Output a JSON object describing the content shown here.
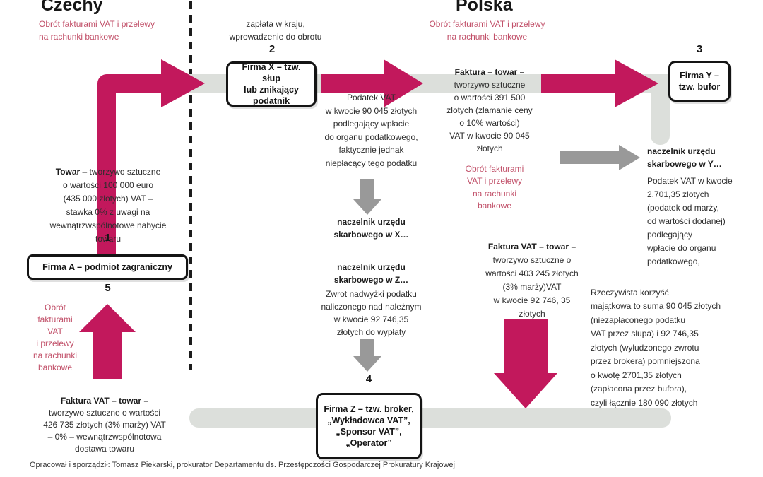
{
  "headings": {
    "left": "Czechy",
    "right": "Polska"
  },
  "numbers": {
    "n1": "1",
    "n2": "2",
    "n3": "3",
    "n4": "4",
    "n5": "5"
  },
  "boxes": {
    "firma_a": "Firma A – podmiot zagraniczny",
    "firma_x": [
      "Firma X – tzw. słup",
      "lub znikający",
      "podatnik"
    ],
    "firma_y": [
      "Firma Y –",
      "tzw. bufor"
    ],
    "firma_z": [
      "Firma Z – tzw. broker,",
      "„Wykładowca VAT”,",
      "„Sponsor VAT”,",
      "„Operator”"
    ]
  },
  "red_notes": {
    "top_left": [
      "Obrót fakturami VAT i przelewy",
      "na rachunki bankowe"
    ],
    "top_right": [
      "Obrót fakturami VAT i przelewy",
      "na rachunki bankowe"
    ],
    "mid_right": [
      "Obrót fakturami",
      "VAT i przelewy",
      "na rachunki",
      "bankowe"
    ],
    "left_vertical": [
      "Obrót",
      "fakturami",
      "VAT",
      "i przelewy",
      "na rachunki",
      "bankowe"
    ]
  },
  "notes": {
    "zaplata": [
      "zapłata w kraju,",
      "wprowadzenie do obrotu"
    ],
    "podatek_90045": [
      "Podatek VAT",
      "w kwocie 90 045 złotych",
      "podlegający wpłacie",
      "do organu podatkowego,",
      "faktycznie jednak",
      "niepłacący tego podatku"
    ],
    "naczelnik_x": [
      "naczelnik urzędu",
      "skarbowego w X…"
    ],
    "naczelnik_z": [
      "naczelnik urzędu",
      "skarbowego w Z…"
    ],
    "zwrot": [
      "Zwrot nadwyżki podatku",
      "naliczonego nad należnym",
      "w kwocie 92 746,35",
      "złotych do wypłaty"
    ],
    "naczelnik_y": [
      "naczelnik urzędu",
      "skarbowego w Y…"
    ],
    "podatek_2701": [
      "Podatek VAT w kwocie",
      "2.701,35 złotych",
      "(podatek od marży,",
      "od wartości dodanej)",
      "podlegający",
      "wpłacie do organu",
      "podatkowego,"
    ],
    "korzysc": [
      "Rzeczywista korzyść",
      "majątkowa to suma 90 045 złotych",
      "(niezapłaconego podatku",
      "VAT przez słupa) i 92 746,35",
      "złotych (wyłudzonego zwrotu",
      "przez brokera) pomniejszona",
      "o kwotę 2701,35 złotych",
      "(zapłacona przez bufora),",
      "czyli łącznie 180 090 złotych"
    ]
  },
  "lead_notes": {
    "towar_100k": {
      "lead": "Towar",
      "rest": " – tworzywo sztuczne",
      "lines": [
        "o wartości 100 000 euro",
        "(435 000 złotych) VAT –",
        "stawka 0% z uwagi na",
        "wewnątrzwspólnotowe nabycie",
        "towaru"
      ]
    },
    "faktura_391": {
      "lead": "Faktura – towar –",
      "rest": "",
      "lines": [
        "tworzywo sztuczne",
        "o wartości 391 500",
        "złotych (złamanie ceny",
        "o 10% wartości)",
        "VAT w kwocie 90 045",
        "złotych"
      ]
    },
    "faktura_403": {
      "lead": "Faktura VAT – towar –",
      "rest": "",
      "lines": [
        "tworzywo sztuczne o",
        "wartości 403 245 złotych",
        "(3% marży)VAT",
        "w kwocie 92 746, 35",
        "złotych"
      ]
    },
    "faktura_426": {
      "lead": "Faktura VAT – towar –",
      "rest": "",
      "lines": [
        "tworzywo sztuczne o wartości",
        "426 735 złotych (3% marży) VAT",
        "– 0% – wewnątrzwspólnotowa",
        "dostawa towaru"
      ]
    }
  },
  "footer": "Opracował i sporządził: Tomasz Piekarski, prokurator Departamentu ds. Przestępczości Gospodarczej Prokuratury Krajowej",
  "colors": {
    "arrow": "#c2185c",
    "red_text": "#c14f68",
    "gray": "#999999",
    "track": "#dcdfdb"
  }
}
